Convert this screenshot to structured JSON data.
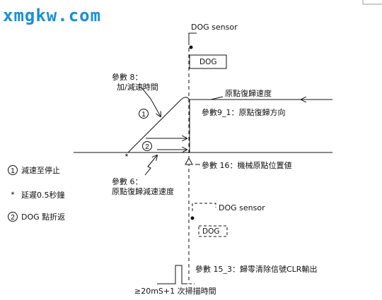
{
  "watermark": "xmgkw.com",
  "labels": {
    "dog_sensor_top": "DOG sensor",
    "dog_top": "DOG",
    "param8_line1": "參數 8：",
    "param8_line2": "加/減速時間",
    "home_speed": "原點復歸速度",
    "param9": "參數9_1：原點復歸方向",
    "param16": "參數 16：機械原點位置値",
    "param6_line1": "參數 6：",
    "param6_line2": "原點復歸減速速度",
    "dog_sensor_bottom": "DOG sensor",
    "dog_bottom": "DOG",
    "param15": "參數 15_3：歸零清除信號CLR輸出",
    "time_note": "≥20mS+1 次掃描時間"
  },
  "markers": {
    "circle1": "1",
    "circle2": "2",
    "asterisk": "*"
  },
  "legend": [
    {
      "mark": "1",
      "type": "circle",
      "text": "減速至停止"
    },
    {
      "mark": "*",
      "type": "plain",
      "text": "延遲0.5秒鐘"
    },
    {
      "mark": "2",
      "type": "circle",
      "text": "DOG 點折返"
    }
  ]
}
